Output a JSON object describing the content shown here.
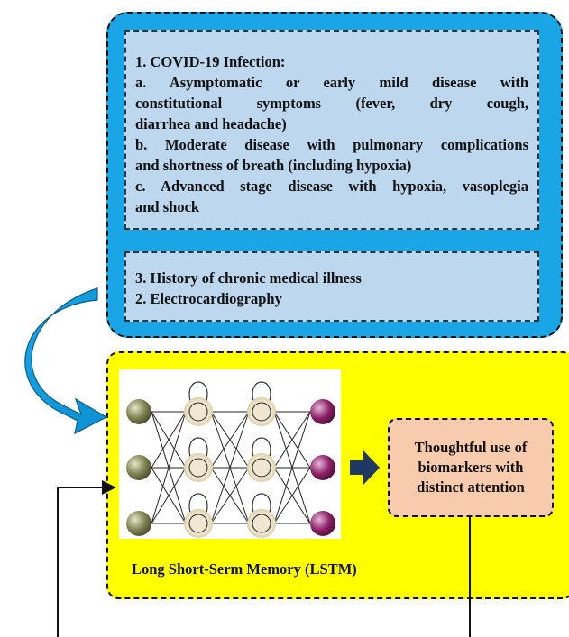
{
  "infection": {
    "heading": "1. COVID-19 Infection:",
    "stage_a_line1": "a. Asymptomatic or early mild disease with",
    "stage_a_line2": "constitutional symptoms (fever, dry cough,",
    "stage_a_line3": "diarrhea and headache)",
    "stage_b_line1": "b. Moderate disease with pulmonary complications",
    "stage_b_line2": "and shortness of breath (including hypoxia)",
    "stage_c_line1": "c. Advanced stage disease with hypoxia, vasoplegia",
    "stage_c_line2": "and shock"
  },
  "history": {
    "item1": "3. History of chronic medical illness",
    "item2": "2. Electrocardiography"
  },
  "model": {
    "biomarker_line1": "Thoughtful use of",
    "biomarker_line2": "biomarkers with",
    "biomarker_line3": "distinct attention",
    "label": "Long Short-Serm Memory (LSTM)"
  },
  "colors": {
    "outer_blue": "#1aa6e6",
    "inner_blue": "#bdd7ee",
    "yellow": "#ffff00",
    "peach": "#f8cbad",
    "input_node": "#7d8150",
    "hidden_node": "#c9b37f",
    "output_node": "#8c1f66",
    "arrow_navy": "#1f3864"
  }
}
